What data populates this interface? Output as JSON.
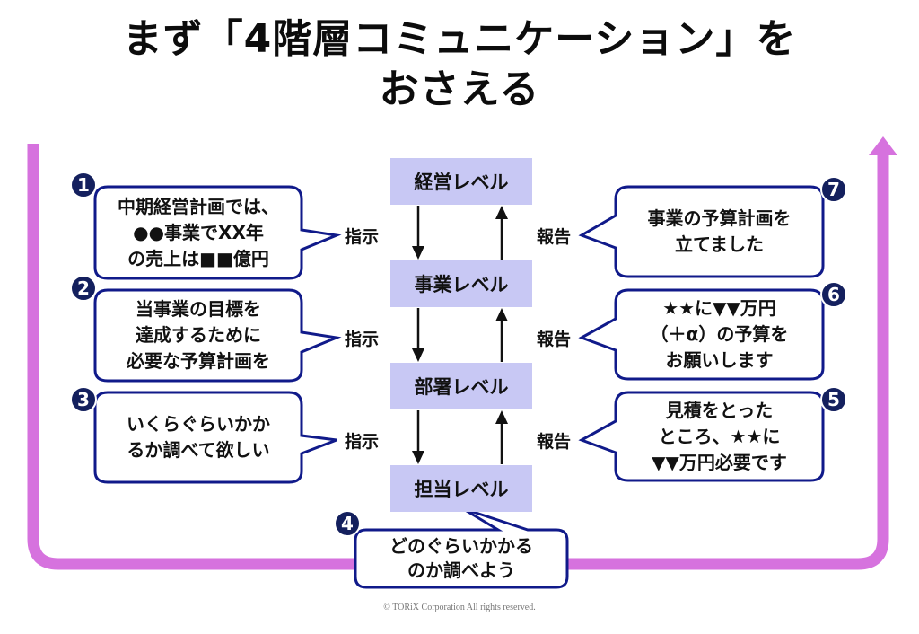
{
  "title": {
    "line1": "まず「4階層コミュニケーション」を",
    "line2": "おさえる"
  },
  "colors": {
    "flow_loop": "#d672de",
    "bubble_border": "#101a8a",
    "level_box": "#c8c8f4",
    "badge": "#14205e"
  },
  "levels": [
    {
      "label": "経営レベル"
    },
    {
      "label": "事業レベル"
    },
    {
      "label": "部署レベル"
    },
    {
      "label": "担当レベル"
    }
  ],
  "actions": {
    "down_label": "指示",
    "up_label": "報告"
  },
  "steps": [
    {
      "number": "1",
      "lines": [
        "中期経営計画では、",
        "●●事業でXX年",
        "の売上は■■億円"
      ]
    },
    {
      "number": "2",
      "lines": [
        "当事業の目標を",
        "達成するために",
        "必要な予算計画を"
      ]
    },
    {
      "number": "3",
      "lines": [
        "いくらぐらいかか",
        "るか調べて欲しい"
      ]
    },
    {
      "number": "4",
      "lines": [
        "どのぐらいかかる",
        "のか調べよう"
      ]
    },
    {
      "number": "5",
      "lines": [
        "見積をとった",
        "ところ、★★に",
        "▼▼万円必要です"
      ]
    },
    {
      "number": "6",
      "lines": [
        "★★に▼▼万円",
        "（＋α）の予算を",
        "お願いします"
      ]
    },
    {
      "number": "7",
      "lines": [
        "事業の予算計画を",
        "立てました"
      ]
    }
  ],
  "footer": {
    "copyright": "© TORiX Corporation All rights reserved."
  }
}
